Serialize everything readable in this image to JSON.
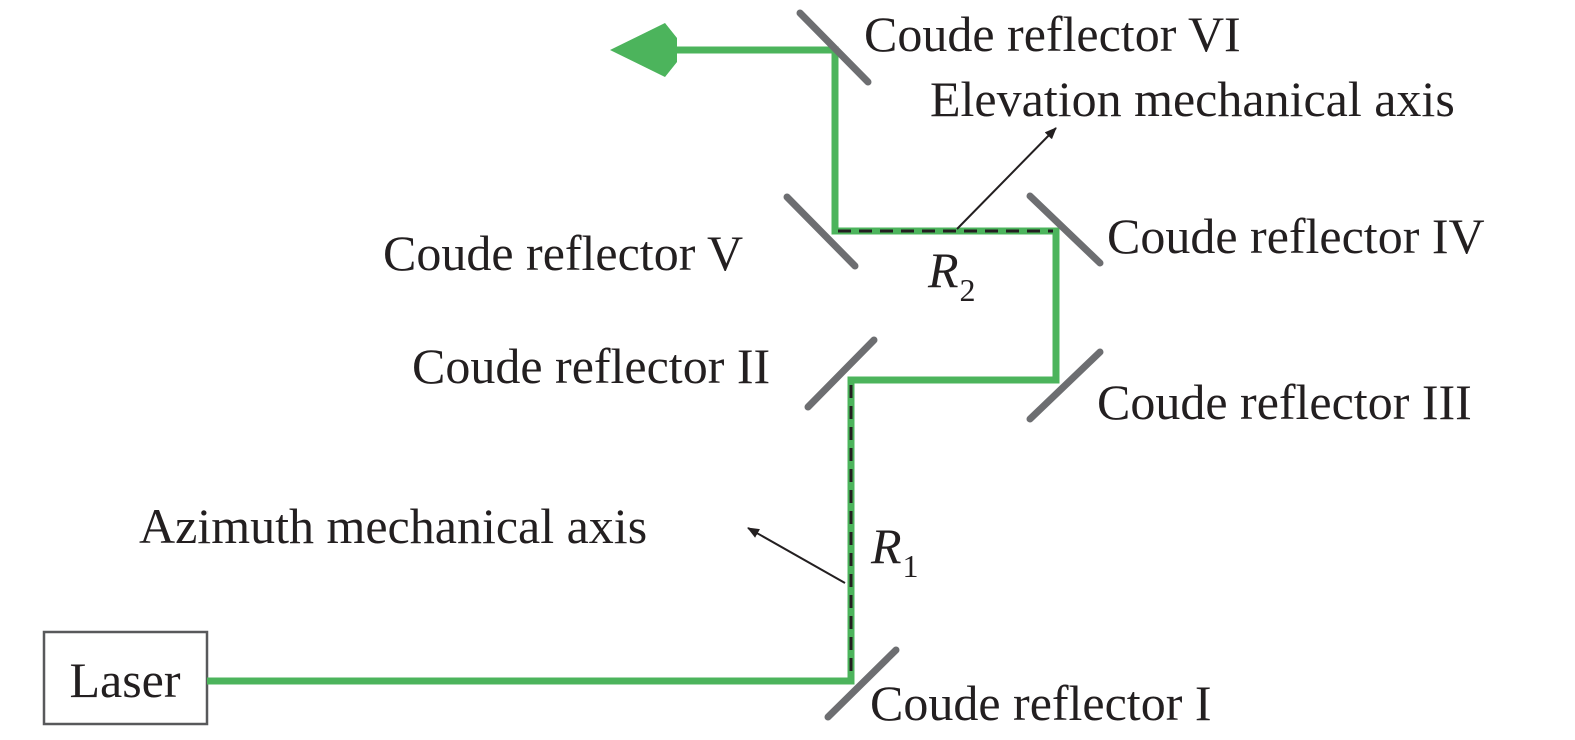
{
  "colors": {
    "beam": "#4cb45c",
    "mirror": "#6d6e71",
    "text": "#231f20"
  },
  "laser": {
    "label": "Laser"
  },
  "reflectors": {
    "r1": "Coude reflector I",
    "r2": "Coude reflector II",
    "r3": "Coude reflector III",
    "r4": "Coude reflector IV",
    "r5": "Coude reflector V",
    "r6": "Coude reflector VI"
  },
  "axes": {
    "azimuth": {
      "label": "Azimuth mechanical axis",
      "symbol": "R",
      "subscript": "1"
    },
    "elevation": {
      "label": "Elevation mechanical axis",
      "symbol": "R",
      "subscript": "2"
    }
  }
}
